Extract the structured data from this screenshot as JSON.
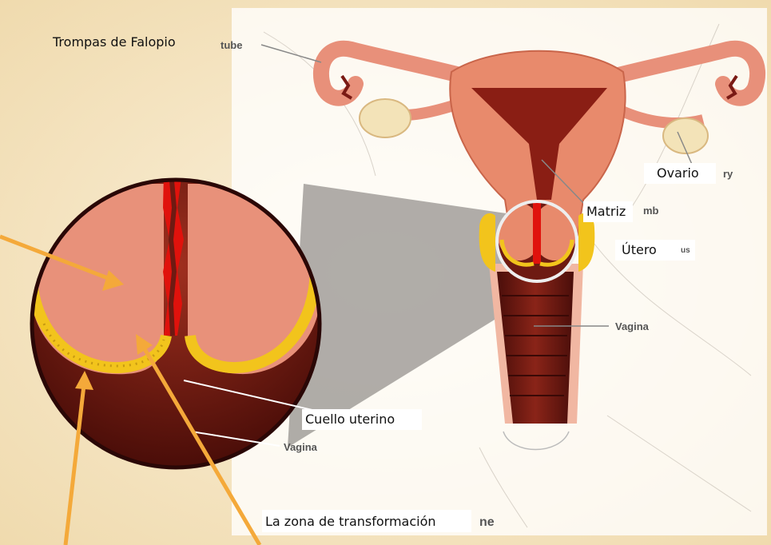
{
  "labels": {
    "fallopian_tubes": "Trompas de Falopio",
    "ovary": "Ovario",
    "womb": "Matriz",
    "uterus": "Útero",
    "cervix": "Cuello uterino",
    "transformation_zone": "La zona de transformación"
  },
  "original_labels": {
    "tube": "tube",
    "ovary_fragment": "ry",
    "womb_fragment": "mb",
    "uterus_fragment": "us",
    "vagina_main": "Vagina",
    "vagina_inset": "Vagina",
    "zone_fragment": "ne"
  },
  "colors": {
    "background": "#f6e6c4",
    "tissue": "#e88a6c",
    "dark_tissue": "#6e1a12",
    "canal": "#e0120c",
    "transformation_zone": "#f2c41c",
    "arrow": "#f4a93a"
  }
}
